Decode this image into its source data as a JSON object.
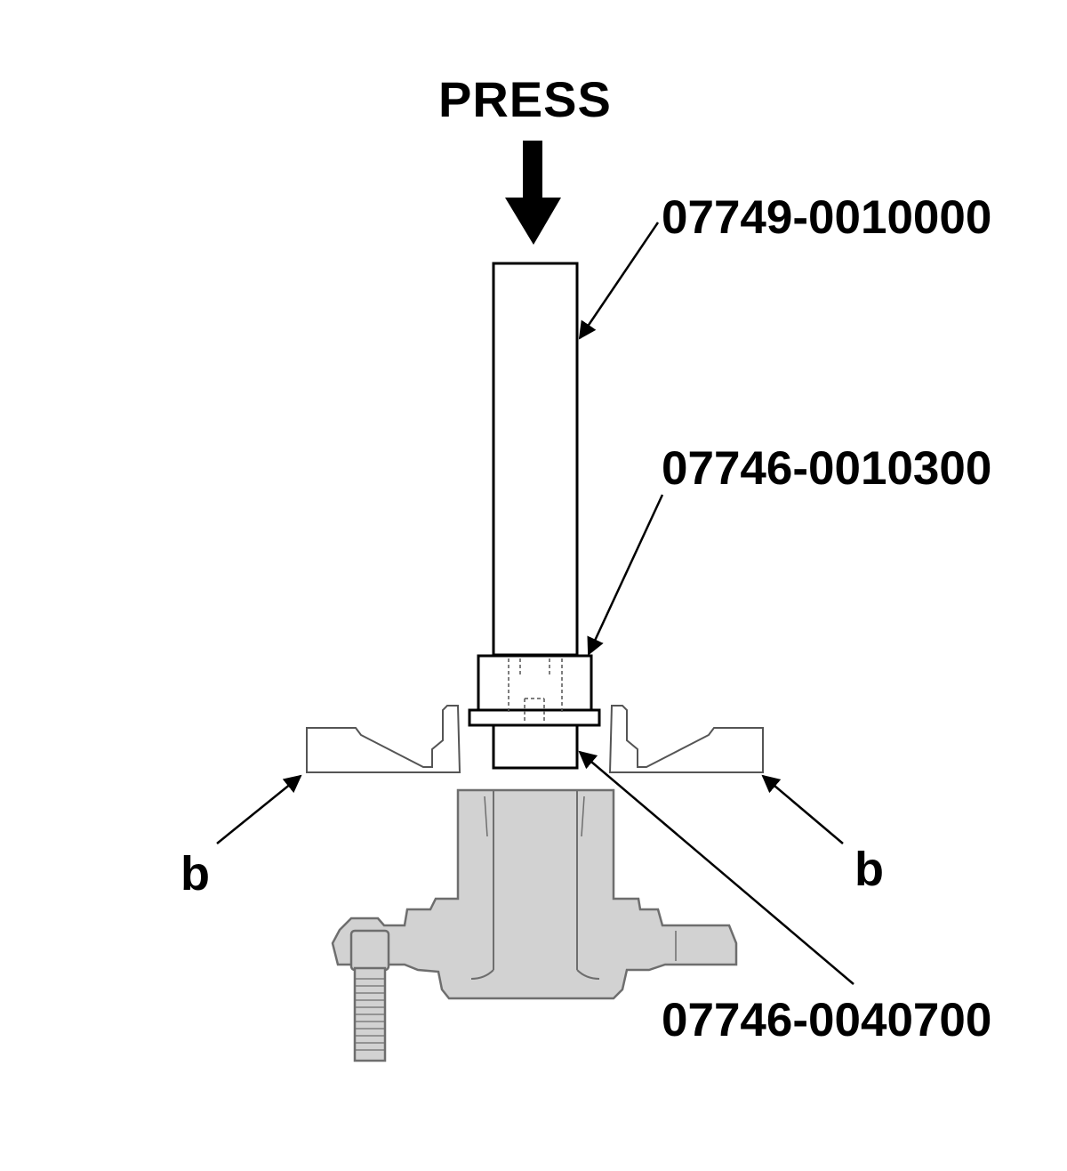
{
  "labels": {
    "press": "PRESS",
    "part_driver": "07749-0010000",
    "part_attachment": "07746-0010300",
    "part_pilot": "07746-0040700",
    "callout_left": "b",
    "callout_right": "b"
  },
  "colors": {
    "line": "#000000",
    "tool_fill": "#ffffff",
    "part_fill": "#d2d2d2",
    "part_outline": "#6e6e6e",
    "plate_outline": "#555555"
  }
}
